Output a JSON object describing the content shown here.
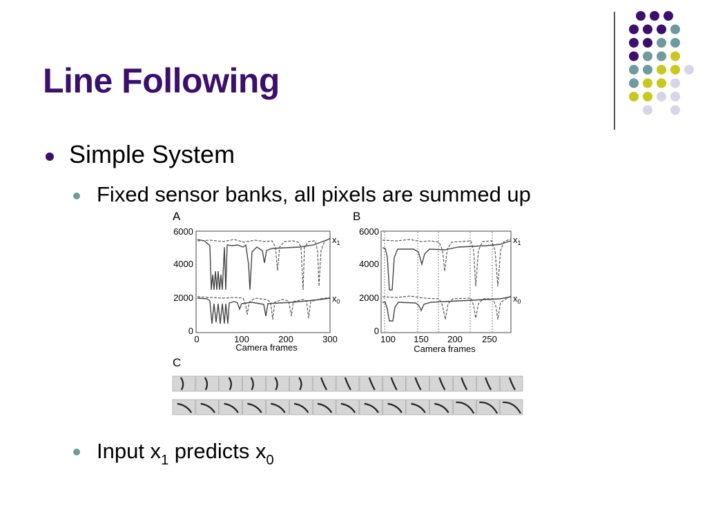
{
  "slide": {
    "title": "Line Following",
    "bullets": [
      {
        "text": "Simple System",
        "level": 1
      }
    ],
    "sub_bullets": [
      {
        "text": "Fixed sensor banks, all pixels are summed up"
      },
      {
        "pre": "Input x",
        "sub1": "1",
        "mid": " predicts x",
        "sub2": "0"
      }
    ]
  },
  "colors": {
    "title": "#3b0f6b",
    "accent_purple": "#3b0f6b",
    "accent_teal": "#6f9a9e",
    "accent_yellow": "#c9c81f",
    "accent_lavender": "#d7d5e8"
  },
  "figure": {
    "panel_a": {
      "label": "A",
      "yticks": [
        "6000",
        "4000",
        "2000",
        "0"
      ],
      "xticks": [
        "0",
        "100",
        "200",
        "300"
      ],
      "xlabel": "Camera frames",
      "series": [
        {
          "label": "x",
          "sub": "1"
        },
        {
          "label": "x",
          "sub": "0"
        }
      ]
    },
    "panel_b": {
      "label": "B",
      "yticks": [
        "6000",
        "4000",
        "2000",
        "0"
      ],
      "xticks": [
        "100",
        "150",
        "200",
        "250"
      ],
      "xlabel": "Camera frames",
      "series": [
        {
          "label": "x",
          "sub": "1"
        },
        {
          "label": "x",
          "sub": "0"
        }
      ]
    },
    "panel_c": {
      "label": "C"
    }
  },
  "decor": {
    "icon": "dot-grid-icon"
  }
}
